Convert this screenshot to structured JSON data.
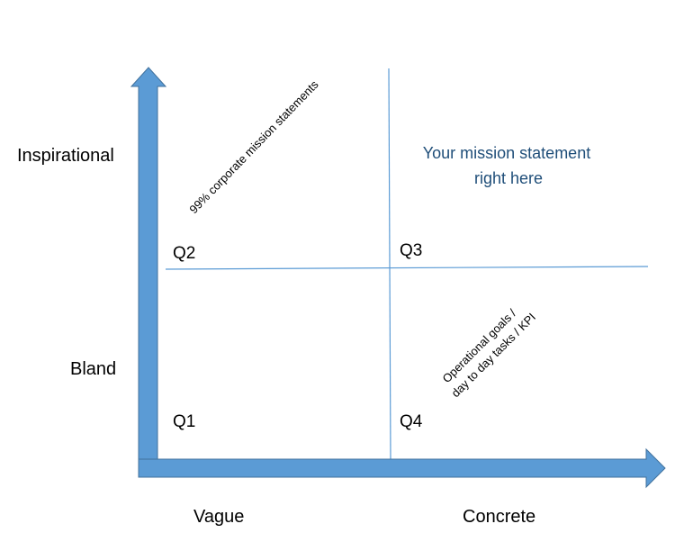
{
  "axes": {
    "y_top_label": "Inspirational",
    "y_bottom_label": "Bland",
    "x_left_label": "Vague",
    "x_right_label": "Concrete"
  },
  "quadrants": {
    "q1": "Q1",
    "q2": "Q2",
    "q3": "Q3",
    "q4": "Q4"
  },
  "notes": {
    "q2_note": "99% corporate mission statements",
    "q3_callout_line1": "Your mission statement",
    "q3_callout_line2": "right here",
    "q4_note_line1": "Operational goals /",
    "q4_note_line2": "day to day tasks / KPI"
  },
  "colors": {
    "arrow_fill": "#5b9bd5",
    "arrow_stroke": "#41719c",
    "divider": "#5b9bd5",
    "callout_text": "#1f4e79"
  }
}
